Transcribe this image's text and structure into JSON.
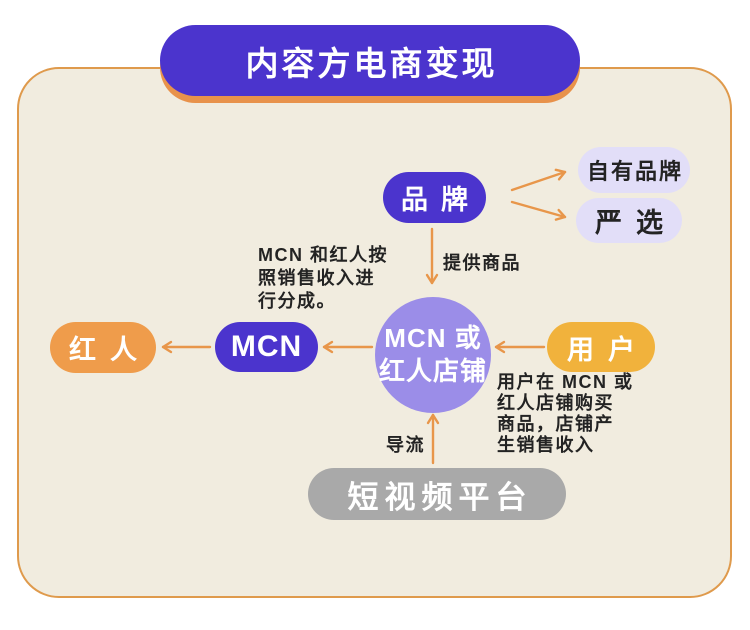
{
  "banner": {
    "title": "内容方电商变现"
  },
  "nodes": {
    "brand": {
      "label": "品牌"
    },
    "own_brand": {
      "label": "自有品牌"
    },
    "yanxuan": {
      "label": "严选"
    },
    "shop_circle": {
      "line1": "MCN 或",
      "line2": "红人店铺"
    },
    "mcn": {
      "label": "MCN"
    },
    "influencer": {
      "label": "红人"
    },
    "user": {
      "label": "用户"
    },
    "platform": {
      "label": "短视频平台"
    }
  },
  "edge_labels": {
    "provide_goods": "提供商品",
    "traffic": "导流"
  },
  "notes": {
    "mcn_share": {
      "lines": [
        "MCN 和红人按",
        "照销售收入进",
        "行分成。"
      ]
    },
    "user_purchase": {
      "lines": [
        "用户在 MCN 或",
        "红人店铺购买",
        "商品，店铺产",
        "生销售收入"
      ]
    }
  },
  "colors": {
    "purple": "#4b34cd",
    "lavender": "#e2def8",
    "circle_purple": "#9b8de8",
    "orange": "#ef9c4b",
    "amber": "#f1b23c",
    "gray": "#a9a9a9",
    "arrow_orange": "#e8964a",
    "frame_bg": "#f1ecdf",
    "frame_border": "#df9a4c",
    "banner_shadow": "#e8924b",
    "text_dark": "#232323"
  }
}
